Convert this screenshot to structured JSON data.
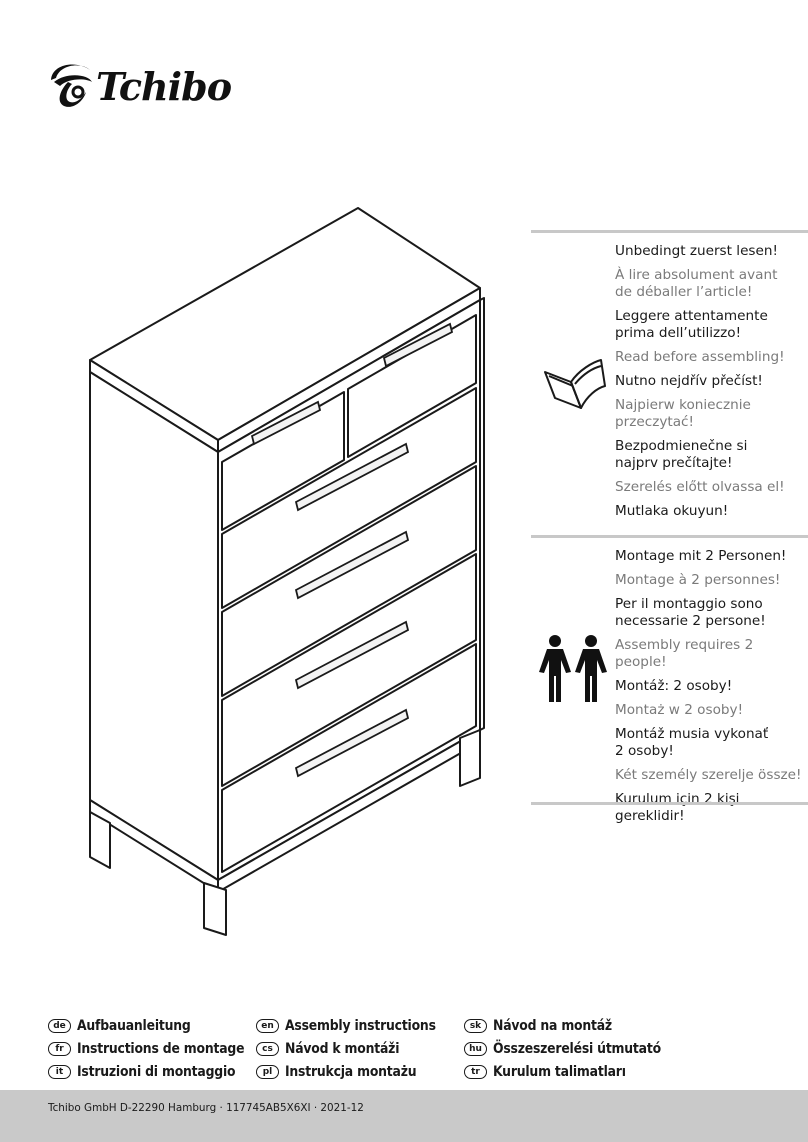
{
  "brand": {
    "name": "Tchibo"
  },
  "read_first": [
    {
      "text": "Unbedingt zuerst lesen!",
      "tone": "dark"
    },
    {
      "text": "À lire absolument avant\nde déballer l’article!",
      "tone": "gray"
    },
    {
      "text": "Leggere attentamente\nprima dell’utilizzo!",
      "tone": "dark"
    },
    {
      "text": "Read before assembling!",
      "tone": "gray"
    },
    {
      "text": "Nutno nejdřív přečíst!",
      "tone": "dark"
    },
    {
      "text": "Najpierw koniecznie\nprzeczytać!",
      "tone": "gray"
    },
    {
      "text": "Bezpodmienečne si\nnajprv prečítajte!",
      "tone": "dark"
    },
    {
      "text": "Szerelés előtt olvassa el!",
      "tone": "gray"
    },
    {
      "text": "Mutlaka okuyun!",
      "tone": "dark"
    }
  ],
  "two_people": [
    {
      "text": "Montage mit 2 Personen!",
      "tone": "dark"
    },
    {
      "text": "Montage à 2 personnes!",
      "tone": "gray"
    },
    {
      "text": "Per il montaggio sono\nnecessarie 2 persone!",
      "tone": "dark"
    },
    {
      "text": "Assembly requires 2 people!",
      "tone": "gray"
    },
    {
      "text": "Montáž: 2 osoby!",
      "tone": "dark"
    },
    {
      "text": "Montaż w 2 osoby!",
      "tone": "gray"
    },
    {
      "text": "Montáž musia vykonať\n2 osoby!",
      "tone": "dark"
    },
    {
      "text": "Két személy szerelje össze!",
      "tone": "gray"
    },
    {
      "text": "Kurulum için 2 kişi gereklidir!",
      "tone": "dark"
    }
  ],
  "manuals": [
    {
      "code": "de",
      "label": "Aufbauanleitung"
    },
    {
      "code": "fr",
      "label": "Instructions de montage"
    },
    {
      "code": "it",
      "label": "Istruzioni di montaggio"
    },
    {
      "code": "en",
      "label": "Assembly instructions"
    },
    {
      "code": "cs",
      "label": "Návod k montáži"
    },
    {
      "code": "pl",
      "label": "Instrukcja montażu"
    },
    {
      "code": "sk",
      "label": "Návod na montáž"
    },
    {
      "code": "hu",
      "label": "Összeszerelési útmutató"
    },
    {
      "code": "tr",
      "label": "Kurulum talimatları"
    }
  ],
  "footer": {
    "text": "Tchibo GmbH D-22290 Hamburg · 117745AB5X6XI · 2021-12"
  },
  "icons": {
    "logo": "tchibo-logo-icon",
    "book": "open-book-icon",
    "people": "two-people-icon"
  },
  "colors": {
    "rule": "#c8c8c8",
    "footer_bg": "#c9c9c9",
    "gray_text": "#7a7a7a",
    "text": "#1a1a1a"
  }
}
